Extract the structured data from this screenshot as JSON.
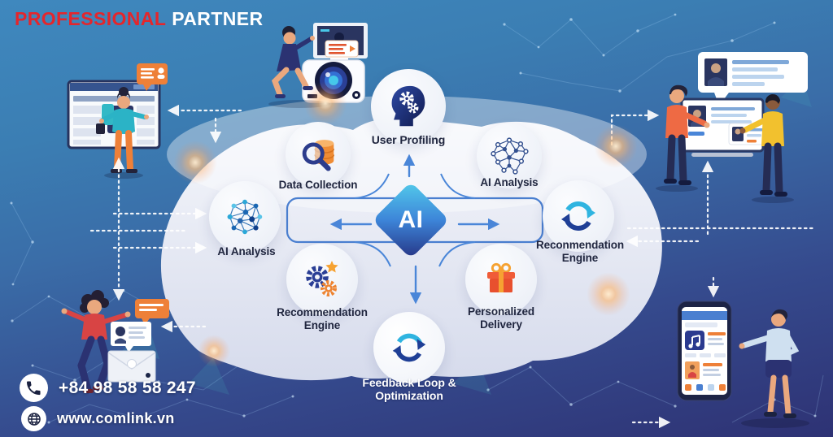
{
  "header": {
    "brand_primary": "PROFESSIONAL",
    "brand_secondary": "PARTNER"
  },
  "diagram": {
    "center": {
      "label": "AI"
    },
    "nodes": [
      {
        "id": "user-profiling",
        "label": "User Profiling",
        "icon": "head-gears-icon"
      },
      {
        "id": "data-collection",
        "label": "Data Collection",
        "icon": "magnifier-database-icon"
      },
      {
        "id": "ai-analysis-top",
        "label": "AI Analysis",
        "icon": "neural-network-icon"
      },
      {
        "id": "ai-analysis-left",
        "label": "AI Analysis",
        "icon": "network-sphere-icon"
      },
      {
        "id": "recommendation-engine-right",
        "label": "Reconmendation Engine",
        "icon": "refresh-arrows-icon"
      },
      {
        "id": "recommendation-engine-left",
        "label": "Recommendation Engine",
        "icon": "gears-star-icon"
      },
      {
        "id": "personalized-delivery",
        "label": "Personalized Delivery",
        "icon": "gift-icon"
      },
      {
        "id": "feedback-loop",
        "label": "Feedback Loop & Optimization",
        "icon": "cycle-arrows-icon"
      }
    ]
  },
  "contact": {
    "phone": "+84 98 58 58 247",
    "website": "www.comlink.vn"
  },
  "colors": {
    "brand_red": "#e4262c",
    "background_top": "#3f88be",
    "background_bottom": "#2e3274",
    "cloud": "#e6eaf4",
    "accent_blue": "#4a86d8",
    "label_navy": "#20263f",
    "orange": "#ee8038",
    "teal": "#2bb3c6"
  }
}
